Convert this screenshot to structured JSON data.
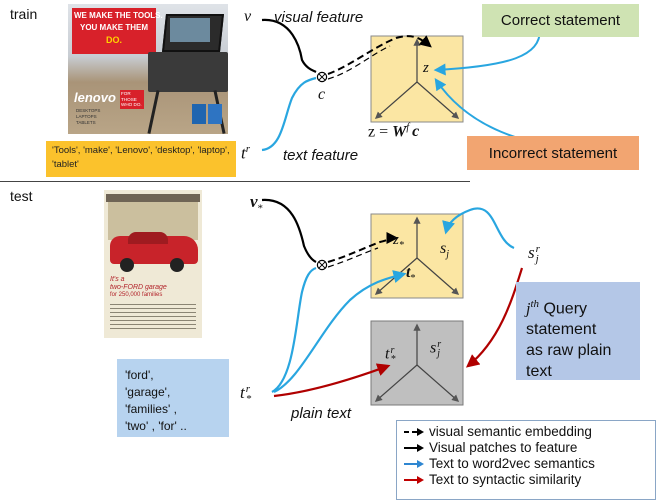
{
  "sections": {
    "train_label": "train",
    "test_label": "test"
  },
  "train": {
    "image_banner_line1": "WE MAKE THE TOOLS.",
    "image_banner_line2": "YOU MAKE THEM",
    "image_banner_line3": "DO.",
    "image_brand": "lenovo",
    "image_brand_side": "FOR THOSE WHO DO.",
    "image_products": "DESKTOPS LAPTOPS TABLETS",
    "v_label": "v",
    "visual_feature_label": "visual feature",
    "c_label": "c",
    "z_label": "z",
    "equation_lhs": "z = ",
    "equation_rhs": "W",
    "equation_sup": "f",
    "equation_c": "c",
    "t_label": "t",
    "t_sup": "r",
    "text_feature_label": "text feature",
    "tags": "'Tools', 'make', 'Lenovo', 'desktop', 'laptop', 'tablet'",
    "correct_statement": "Correct statement",
    "incorrect_statement": "Incorrect statement"
  },
  "test": {
    "ad_line1": "It's a",
    "ad_line2": "two-FORD garage",
    "ad_line3": "for 250,000 families",
    "v_label": "v",
    "v_sub": "*",
    "z_label": "z",
    "z_sub": "*",
    "t_label": "t",
    "t_sub": "*",
    "s_label": "s",
    "s_sub": "j",
    "tr_label": "t",
    "tr_sup": "r",
    "tr_sub": "*",
    "sr_label": "s",
    "sr_sup": "r",
    "sr_sub": "j",
    "sjr_label": "s",
    "sjr_sup": "r",
    "sjr_sub": "j",
    "t_star_r_label": "t",
    "t_star_r_sup": "r",
    "t_star_r_sub": "*",
    "plain_text_label": "plain text",
    "tags": [
      "'ford',",
      "'garage',",
      "'families' ,",
      "'two' , 'for' .."
    ],
    "query_j": "j",
    "query_th": "th",
    "query_text_1": " Query",
    "query_text_2": "statement",
    "query_text_3": "as  raw plain",
    "query_text_4": "text"
  },
  "legend": {
    "items": [
      {
        "label": "visual semantic embedding",
        "color": "#000000"
      },
      {
        "label": "Visual patches to feature",
        "color": "#000000"
      },
      {
        "label": "Text to word2vec semantics",
        "color": "#2e86d1"
      },
      {
        "label": "Text to syntactic similarity",
        "color": "#c00000"
      }
    ]
  },
  "colors": {
    "yellow_space": "#fbe6a3",
    "gray_space": "#bfbfbf",
    "blue_arrow": "#29a6e0",
    "red_arrow": "#b00000"
  }
}
